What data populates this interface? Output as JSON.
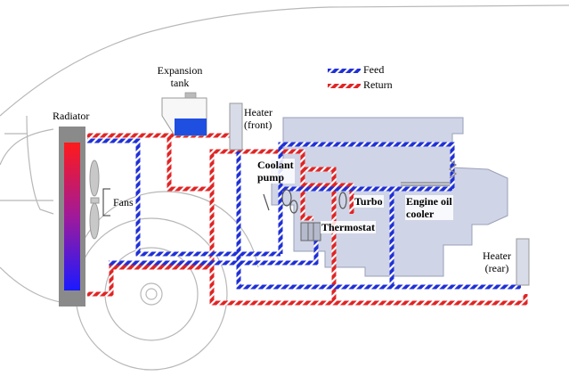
{
  "legend": {
    "feed_label": "Feed",
    "return_label": "Return",
    "feed_color": "#1f2fd6",
    "return_color": "#e02424"
  },
  "labels": {
    "radiator": "Radiator",
    "expansion_tank": [
      "Expansion",
      "tank"
    ],
    "heater_front": [
      "Heater",
      "(front)"
    ],
    "coolant_pump": [
      "Coolant",
      "pump"
    ],
    "turbo": "Turbo",
    "engine_oil_cooler": [
      "Engine oil",
      "cooler"
    ],
    "thermostat": "Thermostat",
    "fans": "Fans",
    "heater_rear": [
      "Heater",
      "(rear)"
    ]
  },
  "colors": {
    "engine_fill": "#cfd4e6",
    "engine_stroke": "#9aa0b8",
    "car_outline": "#b8b8b8",
    "radiator_top": "#ff1a1a",
    "radiator_bottom": "#1a1aff",
    "tank_coolant": "#1f4fe0"
  }
}
